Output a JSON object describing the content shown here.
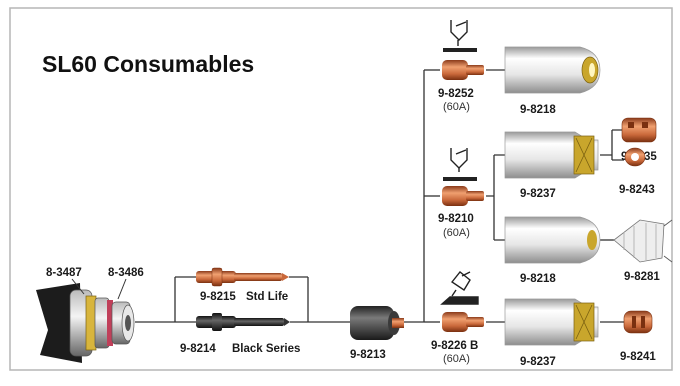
{
  "title": "SL60 Consumables",
  "colors": {
    "frame": "#b5b5b5",
    "line": "#333333",
    "copper": "#c9683a",
    "shield": "#e2e2e2",
    "torch": "#222222",
    "brass": "#d8b53c"
  },
  "parts": {
    "torch_a": "8-3487",
    "torch_b": "8-3486",
    "electrode_std": "9-8215",
    "electrode_std_label": "Std Life",
    "electrode_black": "9-8214",
    "electrode_black_label": "Black Series",
    "start_cartridge": "9-8213",
    "tip_drag": "9-8252",
    "tip_drag_amps": "(60A)",
    "tip_standoff": "9-8210",
    "tip_standoff_amps": "(60A)",
    "tip_bevel": "9-8226 B",
    "tip_bevel_amps": "(60A)",
    "cup_top": "9-8218",
    "cup_mid": "9-8237",
    "cup_lower": "9-8218",
    "cup_bottom": "9-8237",
    "shield_deflector": "9-8235",
    "shield_ring": "9-8243",
    "standoff_guide": "9-8281",
    "gouge_deflector": "9-8241"
  },
  "icons": [
    "drag-cut-icon",
    "standoff-cut-icon",
    "bevel-cut-icon"
  ]
}
